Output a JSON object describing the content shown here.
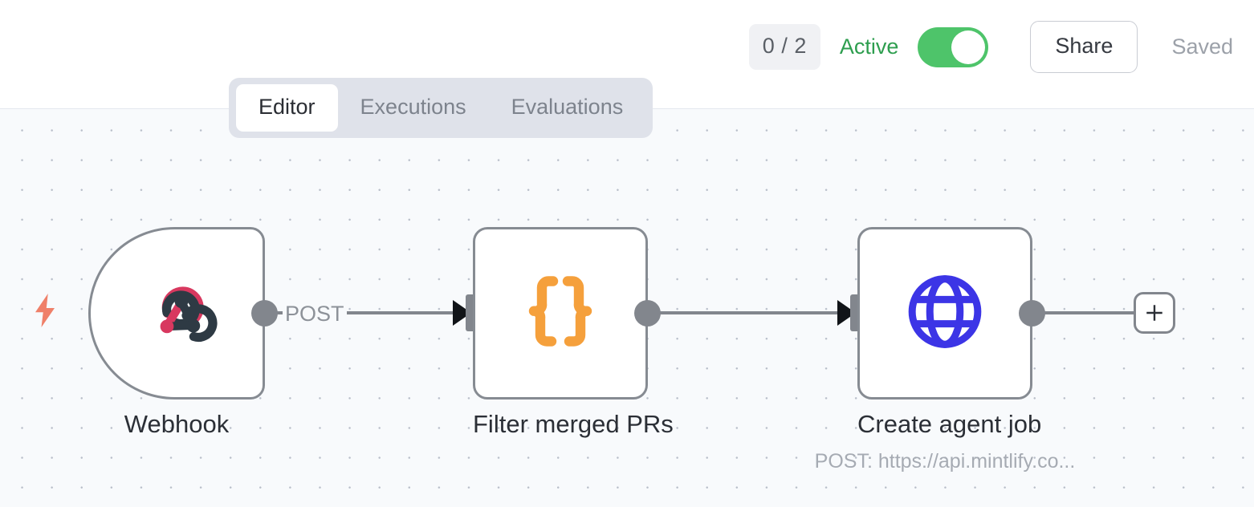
{
  "header": {
    "run_count_badge": "0 / 2",
    "active_label": "Active",
    "toggle_state": "on",
    "share_label": "Share",
    "saved_label": "Saved",
    "accent_green": "#4ec46a",
    "active_text_color": "#2e9e4f"
  },
  "tabs": [
    {
      "label": "Editor",
      "active": true
    },
    {
      "label": "Executions",
      "active": false
    },
    {
      "label": "Evaluations",
      "active": false
    }
  ],
  "canvas": {
    "background": "#f8fafc",
    "grid": "dotted",
    "trigger_icon": "lightning-bolt-icon",
    "trigger_icon_color": "#ef8069",
    "add_node_label": "+"
  },
  "nodes": [
    {
      "id": "webhook",
      "label": "Webhook",
      "sublabel": "",
      "icon": "webhook-icon",
      "icon_colors": [
        "#d8385f",
        "#2e3a44"
      ],
      "shape": "trigger"
    },
    {
      "id": "filter-merged-prs",
      "label": "Filter merged PRs",
      "sublabel": "",
      "icon": "curly-braces-icon",
      "icon_colors": [
        "#f5a03c"
      ],
      "shape": "square"
    },
    {
      "id": "create-agent-job",
      "label": "Create agent job",
      "sublabel": "POST: https://api.mintlify.co...",
      "icon": "globe-icon",
      "icon_colors": [
        "#3c35e6"
      ],
      "shape": "square"
    }
  ],
  "edges": [
    {
      "from": "webhook",
      "to": "filter-merged-prs",
      "label": "POST"
    },
    {
      "from": "filter-merged-prs",
      "to": "create-agent-job",
      "label": ""
    }
  ]
}
